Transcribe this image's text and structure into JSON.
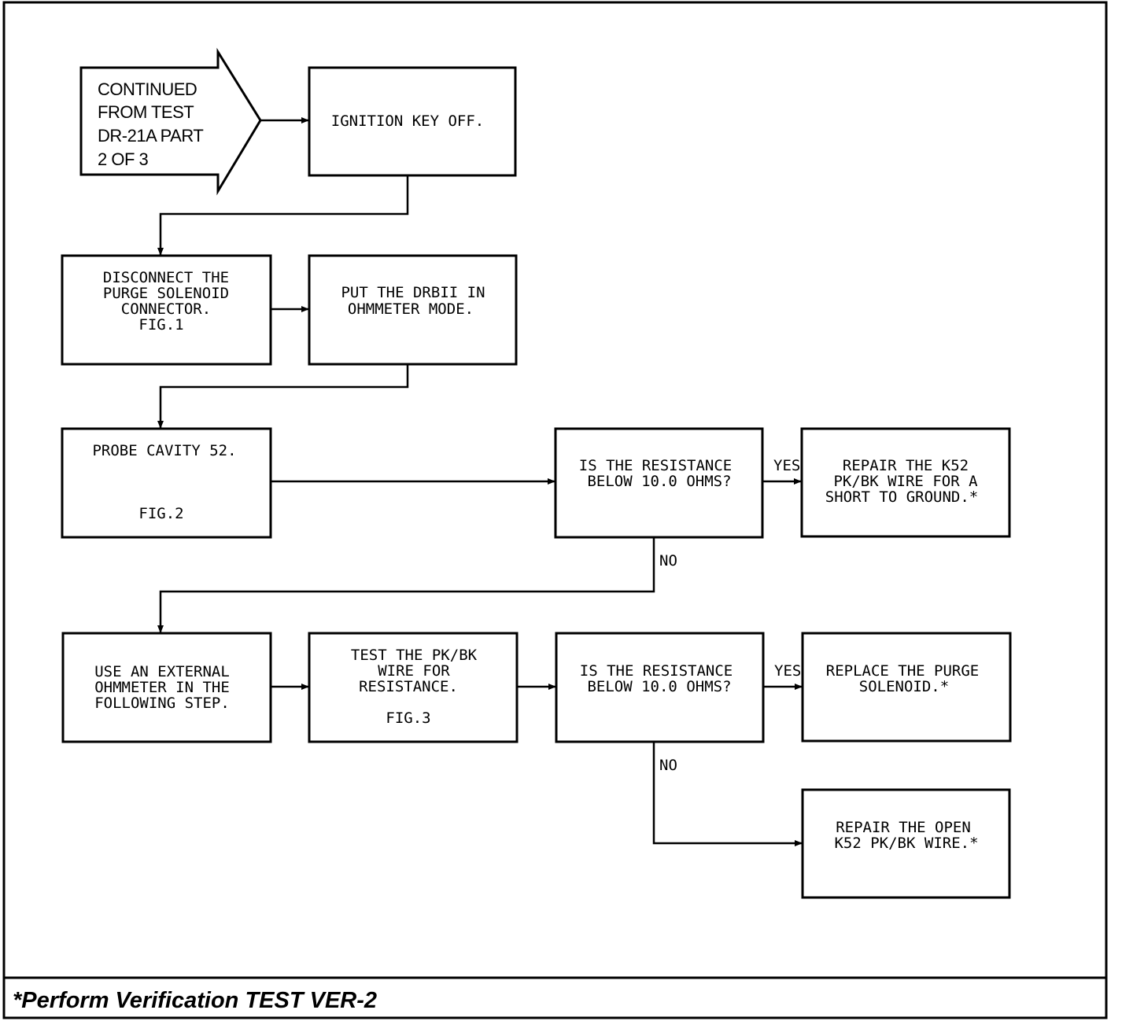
{
  "start_arrow": {
    "lines": [
      "CONTINUED",
      "FROM TEST",
      "DR-21A PART",
      "2 OF 3"
    ]
  },
  "boxes": {
    "ignition": {
      "lines": [
        "IGNITION KEY OFF."
      ]
    },
    "disconnect": {
      "lines": [
        "DISCONNECT THE",
        "PURGE SOLENOID",
        "CONNECTOR.",
        "FIG.1"
      ]
    },
    "drb": {
      "lines": [
        "PUT THE DRBII IN",
        "OHMMETER MODE."
      ]
    },
    "probe": {
      "lines": [
        "PROBE CAVITY 52.",
        "FIG.2"
      ]
    },
    "decision1": {
      "lines": [
        "IS THE RESISTANCE",
        "BELOW 10.0 OHMS?"
      ]
    },
    "repair_short": {
      "lines": [
        "REPAIR THE K52",
        "PK/BK WIRE FOR A",
        "SHORT TO GROUND.*"
      ]
    },
    "external": {
      "lines": [
        "USE AN EXTERNAL",
        "OHMMETER IN THE",
        "FOLLOWING STEP."
      ]
    },
    "test_wire": {
      "lines": [
        "TEST THE PK/BK",
        "WIRE FOR",
        "RESISTANCE.",
        "FIG.3"
      ]
    },
    "decision2": {
      "lines": [
        "IS THE RESISTANCE",
        "BELOW 10.0 OHMS?"
      ]
    },
    "replace": {
      "lines": [
        "REPLACE THE PURGE",
        "SOLENOID.*"
      ]
    },
    "repair_open": {
      "lines": [
        "REPAIR THE OPEN",
        "K52 PK/BK WIRE.*"
      ]
    }
  },
  "edge_labels": {
    "d1_yes": "YES",
    "d1_no": "NO",
    "d2_yes": "YES",
    "d2_no": "NO"
  },
  "footer": "*Perform Verification TEST VER-2"
}
